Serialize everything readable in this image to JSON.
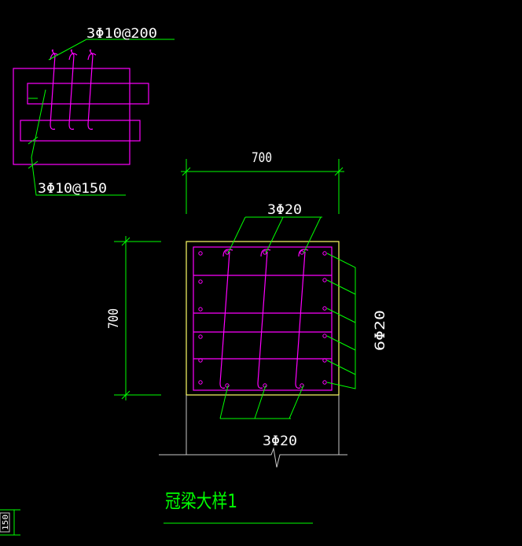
{
  "colors": {
    "background": "#000000",
    "dimension": "#00ff00",
    "rebar": "#ff00ff",
    "outline": "#ffff66",
    "label_line": "#00ff00",
    "text": "#ffffff",
    "ground": "#c8c8c8"
  },
  "detail_small": {
    "label_top": "3Φ10@200",
    "label_bottom": "3Φ10@150"
  },
  "section": {
    "width_dim": "700",
    "height_dim": "700",
    "top_bars": "3Φ20",
    "side_bars": "6Φ20",
    "bottom_bars": "3Φ20"
  },
  "title": "冠梁大样1",
  "corner_dim": "150"
}
